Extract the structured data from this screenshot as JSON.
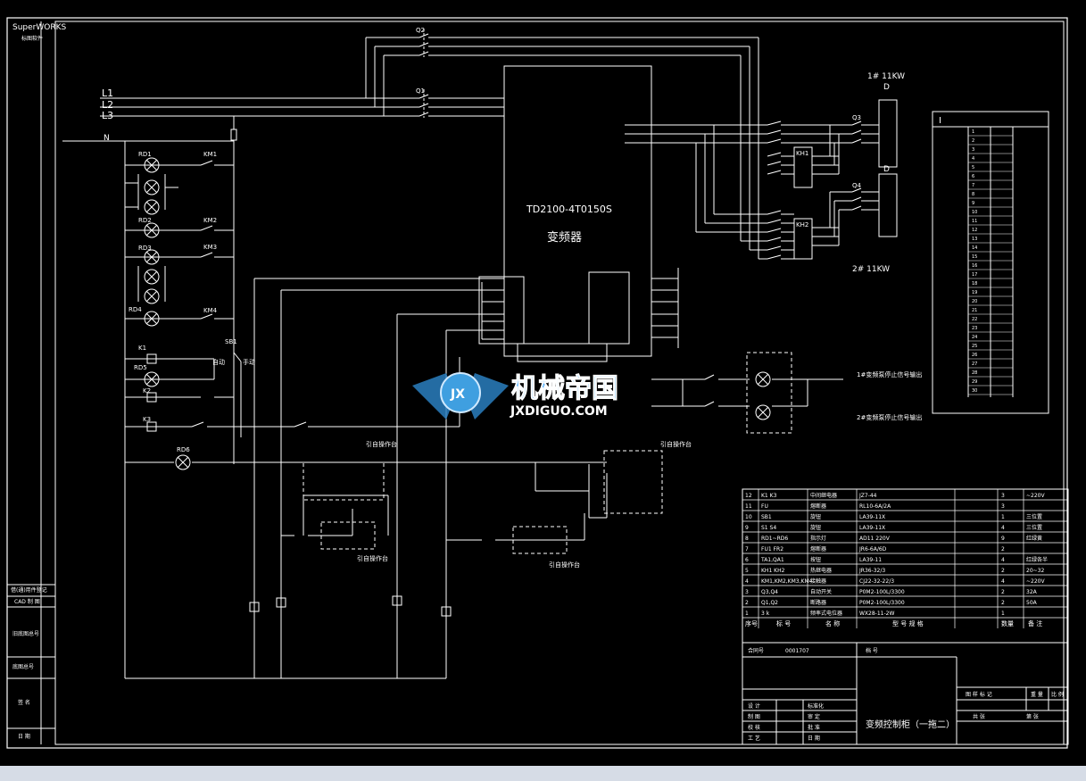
{
  "sidebar": {
    "brand": "SuperWORKS",
    "brand_sub": "标图软件",
    "field1": "借(通)用件登记",
    "field2": "CAD 制 图",
    "field3": "旧底图总号",
    "field4": "底图总号",
    "field5": "签 名",
    "field6": "日 期"
  },
  "power": {
    "l1": "L1",
    "l2": "L2",
    "l3": "L3",
    "n": "N",
    "q1": "Q1",
    "q2": "Q2"
  },
  "inverter": {
    "model": "TD2100-4T0150S",
    "name": "变频器"
  },
  "motor": {
    "m1": "1# 11KW",
    "m2": "2#  11KW",
    "d1": "D",
    "d2": "D"
  },
  "lamps": {
    "rd1": "RD1",
    "rd2": "RD2",
    "rd3": "RD3",
    "rd4": "RD4",
    "rd5": "RD5",
    "rd6": "RD6"
  },
  "relays": {
    "km1": "KM1",
    "km2": "KM2",
    "km3": "KM3",
    "km4": "KM4",
    "kh1": "KH1",
    "kh2": "KH2",
    "q3": "Q3",
    "q4": "Q4",
    "k1": "K1",
    "k2": "K2",
    "k3": "K3",
    "sb1": "SB1"
  },
  "control": {
    "auto": "自动",
    "manual": "手动",
    "op1": "引自操作台",
    "op2": "引自操作台",
    "op3": "引自操作台",
    "op4": "引自操作台"
  },
  "signals": {
    "sig1": "1#变频泵停止信号输出",
    "sig2": "2#变频泵停止信号输出"
  },
  "watermark": {
    "cn": "机械帝国",
    "en": "JXDIGUO.COM",
    "logo": "JX"
  },
  "bom_header": [
    "序号",
    "标  号",
    "名  称",
    "型 号 规 格",
    "数量",
    "备 注"
  ],
  "bom_rows": [
    [
      "12",
      "K1 K3",
      "中间继电器",
      "JZ7-44",
      "3",
      "~220V"
    ],
    [
      "11",
      "FU",
      "熔断器",
      "RL10-6A/2A",
      "3",
      ""
    ],
    [
      "10",
      "SB1",
      "旋钮",
      "LA39-11X",
      "1",
      "三位置"
    ],
    [
      "9",
      "S1 S4",
      "旋钮",
      "LA39-11X",
      "4",
      "三位置"
    ],
    [
      "8",
      "RD1~RD6",
      "指示灯",
      "AD11 220V",
      "9",
      "红绿黄"
    ],
    [
      "7",
      "FU1 FR2",
      "熔断器",
      "JR6-6A/6D",
      "2",
      ""
    ],
    [
      "6",
      "TA1,QA1",
      "按钮",
      "LA39-11",
      "4",
      "红绿各半"
    ],
    [
      "5",
      "KH1 KH2",
      "热继电器",
      "JR36-32/3",
      "2",
      "20~32"
    ],
    [
      "4",
      "KM1,KM2,KM3,KM4",
      "接触器",
      "CJ22-32-22/3",
      "4",
      "~220V"
    ],
    [
      "3",
      "Q3,Q4",
      "自动开关",
      "P0M2-100L/3300",
      "2",
      "32A"
    ],
    [
      "2",
      "Q1,Q2",
      "断路器",
      "P0M2-100L/3300",
      "2",
      "50A"
    ],
    [
      "1",
      "3 k",
      "频率式电位器",
      "WX28-11-2W",
      "1",
      ""
    ]
  ],
  "title_block": {
    "drawing_no_label": "合同号",
    "drawing_no": "0001707",
    "page_label": "档 号",
    "title": "变频控制柜（一拖二）",
    "stage": "图 样 标 记",
    "weight": "重 量",
    "scale": "比 例",
    "sheet": "共   张",
    "sheet2": "第   张"
  },
  "title_roles": [
    [
      "设 计",
      "标准化"
    ],
    [
      "制 图",
      "审 定"
    ],
    [
      "校 核",
      "批 准"
    ],
    [
      "工 艺",
      "日 期"
    ]
  ],
  "terminal_header": "I",
  "terminal_rows": [
    "1",
    "2",
    "3",
    "4",
    "5",
    "6",
    "7",
    "8",
    "9",
    "10",
    "11",
    "12",
    "13",
    "14",
    "15",
    "16",
    "17",
    "18",
    "19",
    "20",
    "21",
    "22",
    "23",
    "24",
    "25",
    "26",
    "27",
    "28",
    "29",
    "30"
  ]
}
